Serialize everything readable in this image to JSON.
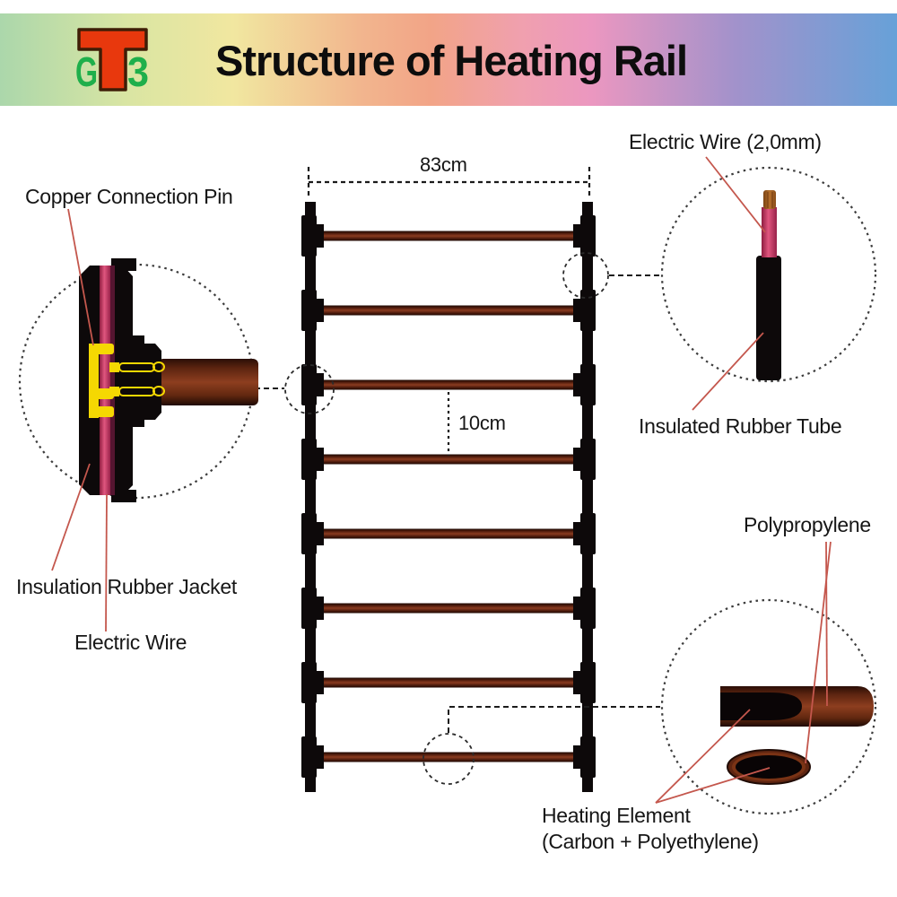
{
  "header": {
    "title": "Structure of Heating Rail",
    "logo": {
      "letter_g": "G",
      "letter_three": "3",
      "t_fill": "#e8380d",
      "t_outline": "#3f1d06",
      "letters_fill": "#1faf4b"
    }
  },
  "diagram": {
    "rail": {
      "rung_count": 8,
      "width_label": "83cm",
      "spacing_label": "10cm"
    },
    "callout_connection": {
      "copper_pin_label": "Copper Connection Pin",
      "insulation_jacket_label": "Insulation Rubber Jacket",
      "electric_wire_label": "Electric Wire"
    },
    "callout_cable": {
      "electric_wire_label": "Electric Wire (2,0mm)",
      "rubber_tube_label": "Insulated Rubber Tube"
    },
    "callout_tube": {
      "polypropylene_label": "Polypropylene",
      "heating_element_label": "Heating Element",
      "heating_element_sub_label": "(Carbon + Polyethylene)"
    },
    "colors": {
      "rung_brown": "#8a3b20",
      "rail_black": "#0d090a",
      "wire_pink": "#dd4f7a",
      "copper_pin_yellow": "#f5d802",
      "copper_strand": "#b5702c",
      "leader_red": "#c4574d"
    }
  }
}
